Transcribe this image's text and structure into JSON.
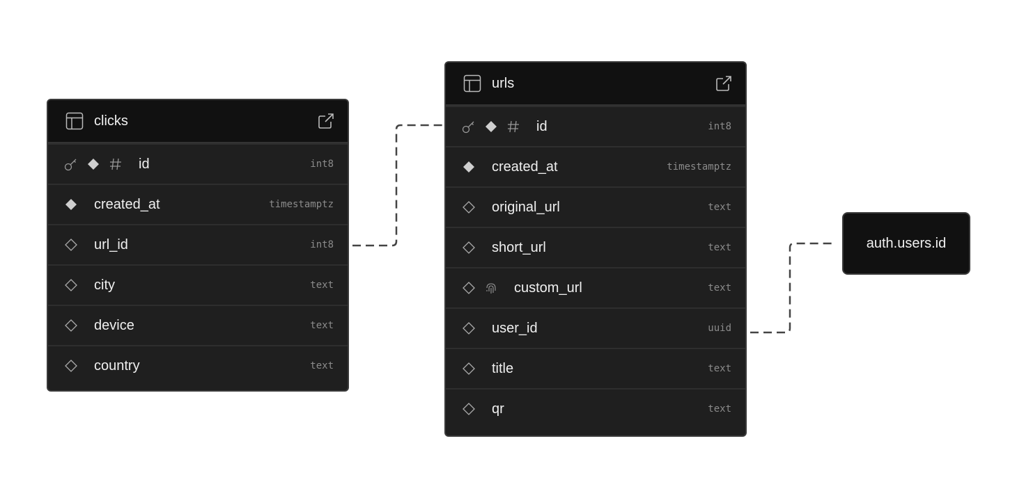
{
  "tables": {
    "clicks": {
      "name": "clicks",
      "columns": [
        {
          "name": "id",
          "type": "int8",
          "primary_key": true,
          "not_null": true,
          "identity": true
        },
        {
          "name": "created_at",
          "type": "timestamptz",
          "not_null": true
        },
        {
          "name": "url_id",
          "type": "int8"
        },
        {
          "name": "city",
          "type": "text"
        },
        {
          "name": "device",
          "type": "text"
        },
        {
          "name": "country",
          "type": "text"
        }
      ]
    },
    "urls": {
      "name": "urls",
      "columns": [
        {
          "name": "id",
          "type": "int8",
          "primary_key": true,
          "not_null": true,
          "identity": true
        },
        {
          "name": "created_at",
          "type": "timestamptz",
          "not_null": true
        },
        {
          "name": "original_url",
          "type": "text"
        },
        {
          "name": "short_url",
          "type": "text"
        },
        {
          "name": "custom_url",
          "type": "text",
          "unique": true
        },
        {
          "name": "user_id",
          "type": "uuid"
        },
        {
          "name": "title",
          "type": "text"
        },
        {
          "name": "qr",
          "type": "text"
        }
      ]
    }
  },
  "external_ref": {
    "label": "auth.users.id"
  },
  "relations": [
    {
      "from": "clicks.url_id",
      "to": "urls.id"
    },
    {
      "from": "urls.user_id",
      "to": "auth.users.id"
    }
  ],
  "colors": {
    "header": "#111111",
    "body": "#1f1f1f",
    "edge": "#444444"
  }
}
